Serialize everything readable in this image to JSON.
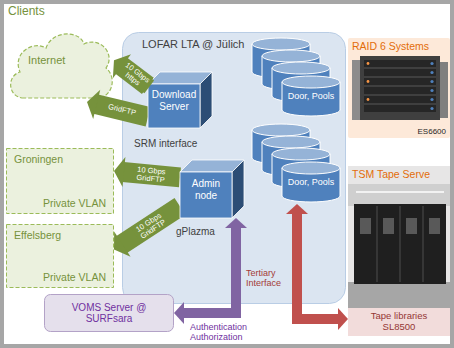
{
  "diagram": {
    "nodes": [
      {
        "text": [
          "Internet"
        ]
      },
      {
        "text": [
          "Groningen",
          "Private VLAN"
        ]
      },
      {
        "text": [
          "Effelsberg",
          "Private VLAN"
        ]
      },
      {
        "text": [
          "LOFAR LTA @ Jülich"
        ]
      },
      {
        "text": [
          "Download Server"
        ],
        "in": 3
      },
      {
        "text": [
          "Admin node"
        ],
        "in": 3
      },
      {
        "text": [
          "Door, Pools"
        ],
        "in": 3
      },
      {
        "text": [
          "Door, Pools"
        ],
        "in": 3
      },
      {
        "text": [
          "RAID 6 Systems",
          "ES6600"
        ]
      },
      {
        "text": [
          "TSM Tape Serve",
          "Tape libraries SL8500"
        ]
      },
      {
        "text": [
          "VOMS Server @ SURFsara"
        ]
      }
    ],
    "edges": [
      {
        "from": 4,
        "to": 0,
        "arrow": "to",
        "label": "10 Gbps https"
      },
      {
        "from": 4,
        "to": 0,
        "arrow": "to",
        "label": "GridFTP"
      },
      {
        "from": 5,
        "to": 1,
        "arrow": "to",
        "label": "10 Gbps GridFTP"
      },
      {
        "from": 5,
        "to": 2,
        "arrow": "to",
        "label": "10 Gbps GridFTP"
      },
      {
        "from": 10,
        "to": 5,
        "arrow": "both",
        "label": "Authentication Authorization"
      },
      {
        "from": 7,
        "to": 9,
        "arrow": "both",
        "label": "Tertiary Interface"
      }
    ],
    "labels": [
      "Clients",
      "SRM interface",
      "gPlazma"
    ]
  }
}
